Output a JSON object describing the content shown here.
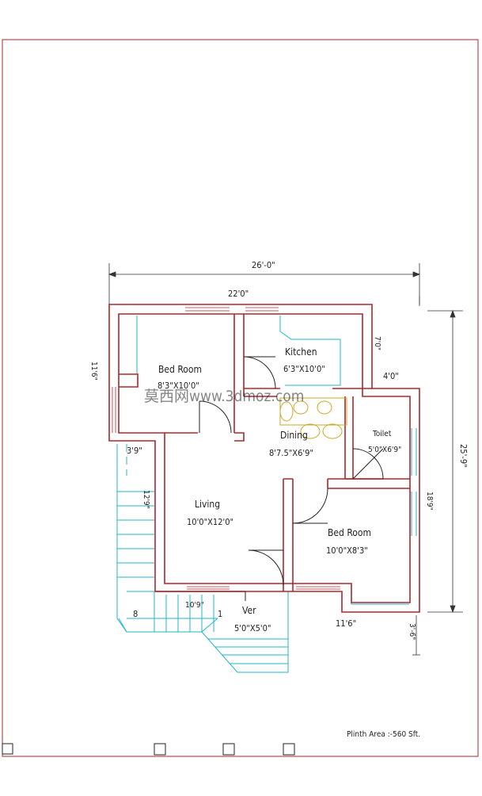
{
  "colors": {
    "wall": "#b0262b",
    "fixture": "#20b7c7",
    "furniture": "#c9a92a",
    "dimension": "#333333",
    "border": "#b0262b"
  },
  "rooms": [
    {
      "id": "bedroom1",
      "name": "Bed Room",
      "size": "8'3\"X10'0\""
    },
    {
      "id": "kitchen",
      "name": "Kitchen",
      "size": "6'3\"X10'0\""
    },
    {
      "id": "dining",
      "name": "Dining",
      "size": "8'7.5\"X6'9\""
    },
    {
      "id": "toilet",
      "name": "Toilet",
      "size": "5'0\"X6'9\""
    },
    {
      "id": "living",
      "name": "Living",
      "size": "10'0\"X12'0\""
    },
    {
      "id": "bedroom2",
      "name": "Bed Room",
      "size": "10'0\"X8'3\""
    },
    {
      "id": "verandah",
      "name": "Ver",
      "size": "5'0\"X5'0\""
    }
  ],
  "dimensions": {
    "overall_width": "26'-0\"",
    "inner_width": "22'0\"",
    "overall_depth": "25'-9\"",
    "bedroom1_depth": "11'6\"",
    "kitchen_side": "7'0\"",
    "kitchen_right": "4'0\"",
    "bedroom1_setback": "3'9\"",
    "living_left": "12'9\"",
    "toilet_right": "18'9\"",
    "living_bottom": "10'9\"",
    "bedroom2_bottom": "11'6\"",
    "front_projection": "3'-6\""
  },
  "stair_steps": {
    "left": "8",
    "right": "1"
  },
  "watermark": "莫西网www.3dmoz.com",
  "plinth_area": "Plinth Area :-560 Sft."
}
